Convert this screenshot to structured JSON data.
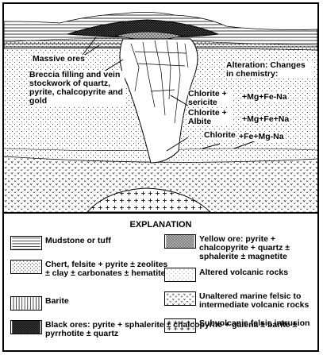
{
  "cross_section": {
    "labels": {
      "massive_ores": "Massive ores",
      "breccia": "Breccia filling and vein stockwork of quartz, pyrite, chalcopyrite and gold",
      "alteration_title": "Alteration: Changes in chemistry:",
      "chlorite_sericite": "Chlorite + sericite",
      "chem_1": "+Mg+Fe-Na",
      "chlorite_albite": "Chlorite + Albite",
      "chem_2": "+Mg+Fe+Na",
      "chlorite": "Chlorite",
      "chem_3": "+Fe+Mg-Na"
    }
  },
  "legend": {
    "title": "EXPLANATION",
    "left_items": [
      {
        "pattern": "mudstone",
        "label": "Mudstone or tuff"
      },
      {
        "pattern": "chert",
        "label": "Chert, felsite + pyrite ± zeolites ± clay ± carbonates ± hematite"
      },
      {
        "pattern": "barite",
        "label": "Barite"
      },
      {
        "pattern": "black-ore",
        "label": "Black ores: pyrite + sphalerite ± chalcopyrite + galena ± barite ± pyrrhotite ± quartz"
      }
    ],
    "right_items": [
      {
        "pattern": "yellow-ore",
        "label": "Yellow ore: pyrite + chalcopyrite + quartz ± sphalerite ± magnetite"
      },
      {
        "pattern": "altered",
        "label": "Altered volcanic rocks"
      },
      {
        "pattern": "unaltered",
        "label": "Unaltered marine felsic to intermediate volcanic rocks"
      },
      {
        "pattern": "intrusion",
        "label": "Subvolcanic felsic intrusion"
      }
    ]
  }
}
